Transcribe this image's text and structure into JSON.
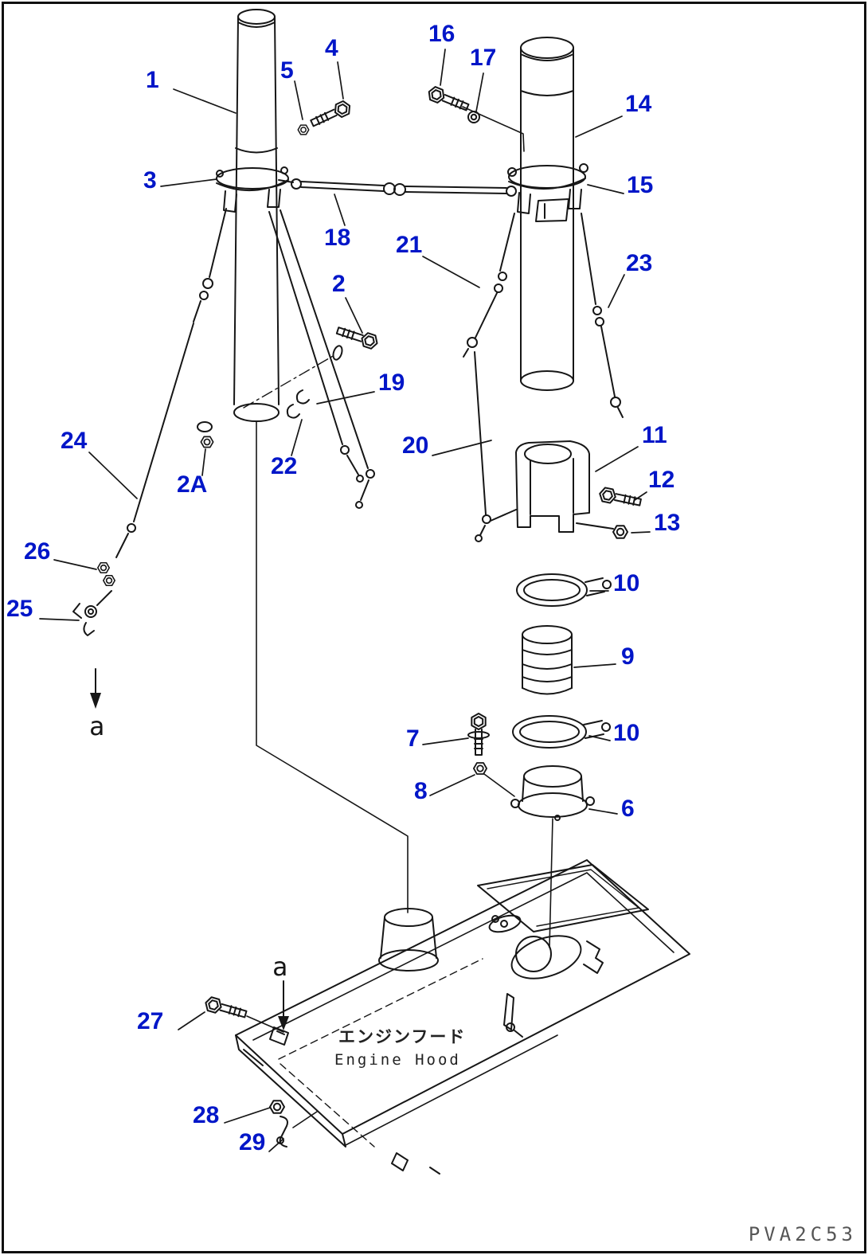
{
  "colors": {
    "callout": "#0016c8",
    "line": "#161616",
    "background": "#ffffff",
    "code_text": "#555555"
  },
  "callouts": {
    "c1": {
      "label": "1"
    },
    "c2": {
      "label": "2"
    },
    "c2A": {
      "label": "2A"
    },
    "c3": {
      "label": "3"
    },
    "c4": {
      "label": "4"
    },
    "c5": {
      "label": "5"
    },
    "c6": {
      "label": "6"
    },
    "c7": {
      "label": "7"
    },
    "c8": {
      "label": "8"
    },
    "c9": {
      "label": "9"
    },
    "c10a": {
      "label": "10"
    },
    "c10b": {
      "label": "10"
    },
    "c11": {
      "label": "11"
    },
    "c12": {
      "label": "12"
    },
    "c13": {
      "label": "13"
    },
    "c14": {
      "label": "14"
    },
    "c15": {
      "label": "15"
    },
    "c16": {
      "label": "16"
    },
    "c17": {
      "label": "17"
    },
    "c18": {
      "label": "18"
    },
    "c19": {
      "label": "19"
    },
    "c20": {
      "label": "20"
    },
    "c21": {
      "label": "21"
    },
    "c22": {
      "label": "22"
    },
    "c23": {
      "label": "23"
    },
    "c24": {
      "label": "24"
    },
    "c25": {
      "label": "25"
    },
    "c26": {
      "label": "26"
    },
    "c27": {
      "label": "27"
    },
    "c28": {
      "label": "28"
    },
    "c29": {
      "label": "29"
    }
  },
  "markers": {
    "upper": "a",
    "lower": "a"
  },
  "hood": {
    "label_jp": "エンジンフード",
    "label_en": "Engine Hood"
  },
  "code": "PVA2C53"
}
